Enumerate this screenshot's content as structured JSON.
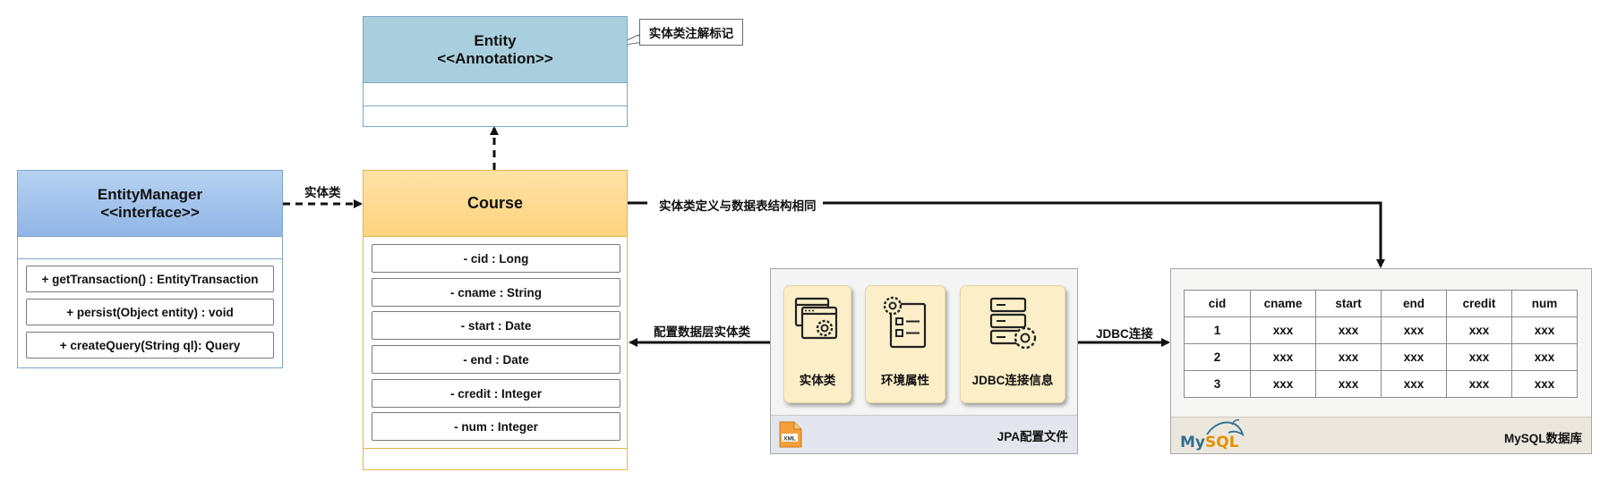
{
  "entity_annotation": {
    "name": "Entity",
    "stereotype": "<<Annotation>>"
  },
  "callout": {
    "text": "实体类注解标记"
  },
  "entity_manager": {
    "name": "EntityManager",
    "stereotype": "<<interface>>",
    "methods": [
      "+ getTransaction() : EntityTransaction",
      "+ persist(Object entity) : void",
      "+ createQuery(String ql): Query"
    ]
  },
  "course": {
    "name": "Course",
    "fields": [
      "- cid : Long",
      "- cname : String",
      "- start : Date",
      "- end : Date",
      "- credit : Integer",
      "- num : Integer"
    ]
  },
  "edges": {
    "entity_class": "实体类",
    "same_structure": "实体类定义与数据表结构相同",
    "config_entity": "配置数据层实体类",
    "jdbc": "JDBC连接"
  },
  "jpa_config": {
    "title": "JPA配置文件",
    "file_badge": "XML",
    "items": [
      "实体类",
      "环境属性",
      "JDBC连接信息"
    ]
  },
  "mysql": {
    "title": "MySQL数据库",
    "logo": "MySQL",
    "columns": [
      "cid",
      "cname",
      "start",
      "end",
      "credit",
      "num"
    ],
    "rows": [
      [
        "1",
        "xxx",
        "xxx",
        "xxx",
        "xxx",
        "xxx"
      ],
      [
        "2",
        "xxx",
        "xxx",
        "xxx",
        "xxx",
        "xxx"
      ],
      [
        "3",
        "xxx",
        "xxx",
        "xxx",
        "xxx",
        "xxx"
      ]
    ]
  },
  "colors": {
    "entity_header": "#a9cfde",
    "entity_manager_header": "#9dbde9",
    "course_header": "#fdd37e",
    "card_background": "#fcefc8",
    "mysql_logo_blue": "#2f6f93",
    "mysql_logo_orange": "#e48e00"
  }
}
